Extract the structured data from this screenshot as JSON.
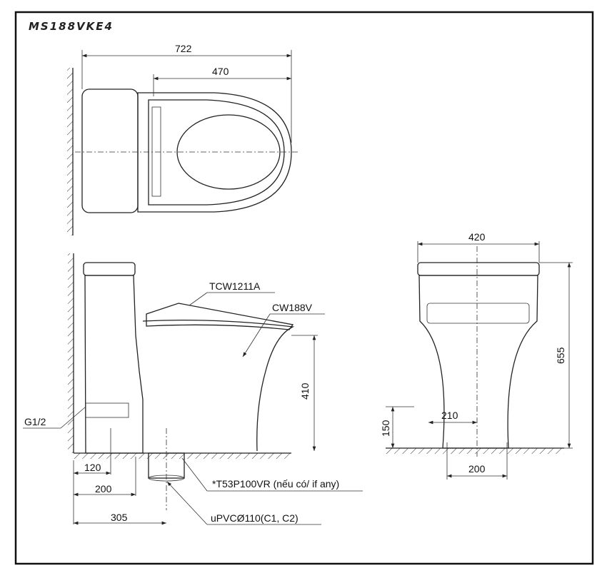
{
  "model": "MS188VKE4",
  "top_view": {
    "dim_total": "722",
    "dim_seat": "470"
  },
  "side_view": {
    "seat_label": "TCW1211A",
    "bowl_label": "CW188V",
    "inlet_label": "G1/2",
    "dim_height": "410",
    "dim_120": "120",
    "dim_200": "200",
    "dim_305": "305",
    "adapter_label": "*T53P100VR (nếu có/ if any)",
    "pipe_label": "uPVCØ110(C1, C2)"
  },
  "front_view": {
    "dim_width": "420",
    "dim_height": "655",
    "dim_210": "210",
    "dim_150": "150",
    "dim_200": "200"
  }
}
